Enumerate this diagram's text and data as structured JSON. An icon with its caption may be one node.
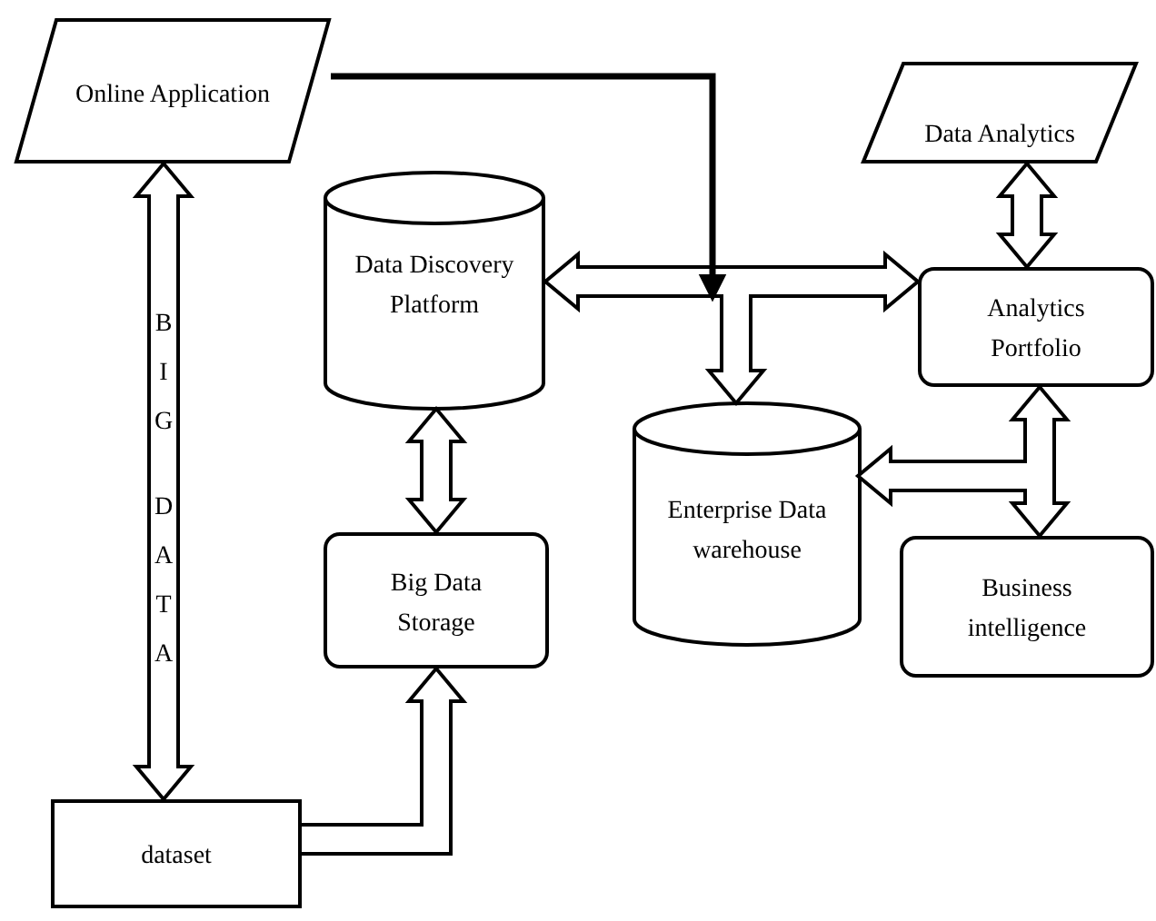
{
  "diagram": {
    "nodes": [
      {
        "text": [
          "Online Application"
        ]
      },
      {
        "text": [
          "Data Analytics"
        ]
      },
      {
        "text": [
          "Data Discovery Platform"
        ]
      },
      {
        "text": [
          "Analytics Portfolio"
        ]
      },
      {
        "text": [
          "Enterprise Data warehouse"
        ]
      },
      {
        "text": [
          "Big Data Storage"
        ]
      },
      {
        "text": [
          "Business intelligence"
        ]
      },
      {
        "text": [
          "dataset"
        ]
      }
    ],
    "edges": [
      {
        "from": 0,
        "to": 7,
        "arrow": "both",
        "label": "BIG DATA"
      },
      {
        "from": 0,
        "to": null,
        "arrow": "to"
      },
      {
        "from": 2,
        "to": 3,
        "arrow": "both"
      },
      {
        "from": 2,
        "to": 4,
        "arrow": "to"
      },
      {
        "from": 1,
        "to": 3,
        "arrow": "both"
      },
      {
        "from": 3,
        "to": 6,
        "arrow": "both"
      },
      {
        "from": 3,
        "to": 4,
        "arrow": "to"
      },
      {
        "from": 2,
        "to": 5,
        "arrow": "both"
      },
      {
        "from": 7,
        "to": 5,
        "arrow": "to"
      }
    ]
  }
}
